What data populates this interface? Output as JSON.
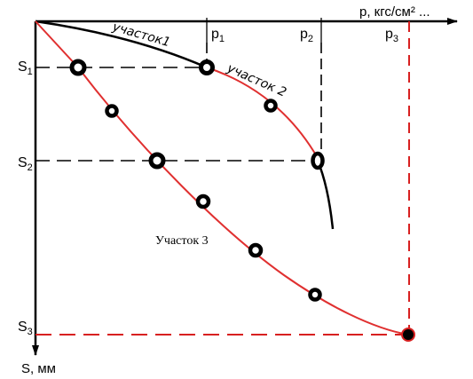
{
  "axes": {
    "x_label": "p, кгс/см² ...",
    "y_label": "S, мм",
    "x_ticks": [
      "p",
      "p",
      "p"
    ],
    "x_subscripts": [
      "1",
      "2",
      "3"
    ],
    "y_ticks": [
      "S",
      "S",
      "S"
    ],
    "y_subscripts": [
      "1",
      "2",
      "3"
    ]
  },
  "curve_labels": {
    "segment1": "участок1",
    "segment2": "участок 2",
    "segment3": "Участок 3"
  },
  "colors": {
    "axis": "#000000",
    "curve_red": "#e03030",
    "curve_black": "#000000",
    "guide_black": "#000000",
    "guide_red": "#d82020"
  }
}
